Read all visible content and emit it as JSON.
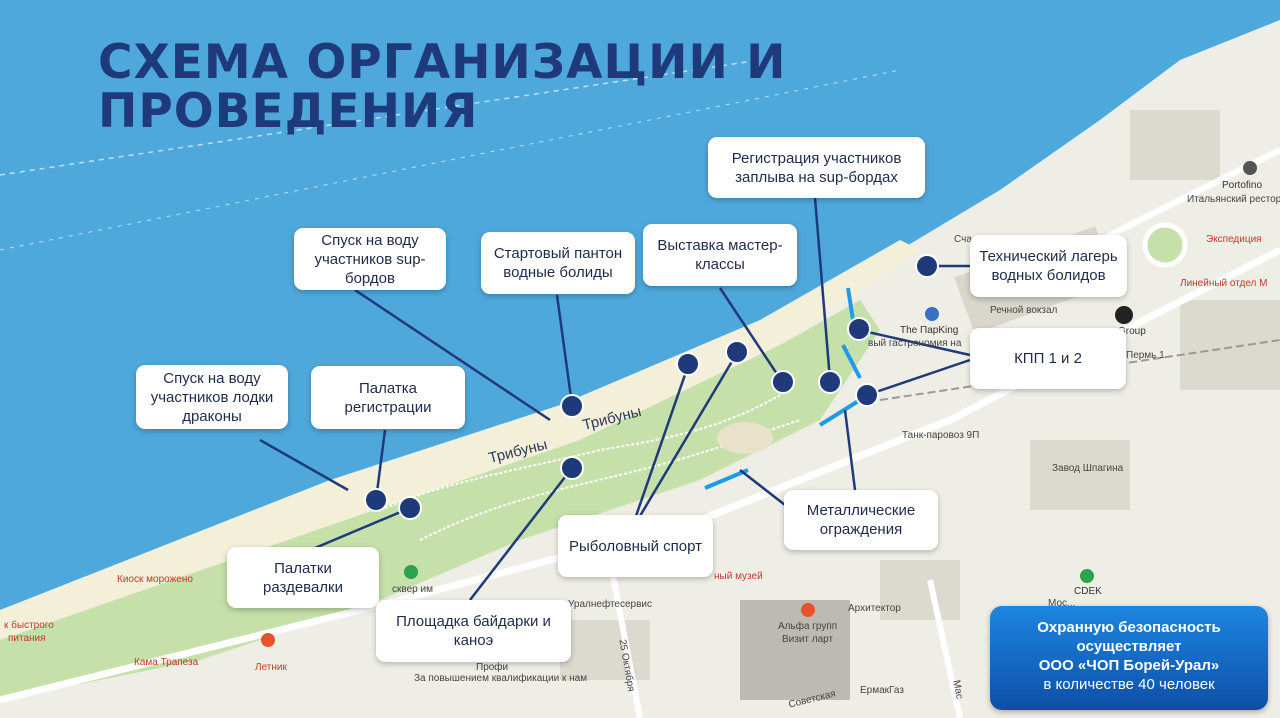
{
  "title": {
    "line1": "СХЕМА ОРГАНИЗАЦИИ И",
    "line2": "ПРОВЕДЕНИЯ"
  },
  "callouts": {
    "sup_registration": "Регистрация участников заплыва на sup-бордах",
    "sup_descent": "Спуск на воду участников sup-бордов",
    "start_pontoon": "Стартовый пантон водные болиды",
    "exhibition": "Выставка мастер-классы",
    "tech_camp": "Технический лагерь водных болидов",
    "checkpoints": "КПП 1 и 2",
    "dragon_descent": "Спуск на воду участников лодки драконы",
    "registration_tent": "Палатка регистрации",
    "metal_fences": "Металлические ограждения",
    "fishing": "Рыболовный спорт",
    "changing_tents": "Палатки раздевалки",
    "kayak_area": "Площадка байдарки и каноэ"
  },
  "tribunes": [
    "Трибуны",
    "Трибуны"
  ],
  "map_labels": {
    "portofino": "Portofino",
    "portofino_sub": "Итальянский ресторан на",
    "expedition": "Экспедиция",
    "line_dept": "Линейный отдел М",
    "parking": "The ПарKing",
    "gastro": "вый гастрономия на",
    "mv_group": "Group",
    "river_station": "Речной вокзал",
    "perm1": "Пермь 1",
    "tank": "Танк-паровоз 9П",
    "shpagin": "Завод Шпагина",
    "cdek": "CDEK",
    "cdek_sub": "Мос...",
    "architect": "Архитектор",
    "alpha": "Альфа групп",
    "alpha_sub": "Визит ларт",
    "kiosk": "Киоск морожено",
    "fast": "к быстрого",
    "fast2": "питания",
    "kama": "Кама Трапеза",
    "letnik": "Летник",
    "skver": "сквер им",
    "uralneft": "Уралнефтесервис",
    "museum": "ный музей",
    "profi": "Профи",
    "qualification": "За повышением квалификации к нам",
    "oktyabrya": "25 Октября",
    "sovetskaya": "Советская",
    "ermakgaz": "ЕрмакГаз",
    "station_label": "Сча",
    "mac": "Мас"
  },
  "security": {
    "line1": "Охранную безопасность",
    "line2": "осуществляет",
    "line3": "ООО «ЧОП Борей-Урал»",
    "line4": "в количестве 40 человек"
  },
  "colors": {
    "water": "#4fa8dc",
    "land": "#efeee6",
    "park": "#c5e0a8",
    "beach": "#f4efd9",
    "marker": "#1f3a7a",
    "fence": "#1e9be8"
  }
}
